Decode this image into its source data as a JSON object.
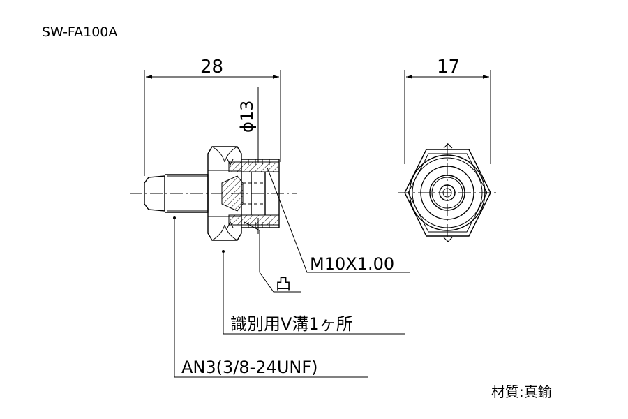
{
  "drawing": {
    "part_number": "SW-FA100A",
    "dim_length": "28",
    "dim_hex": "17",
    "dim_diameter": "ϕ13",
    "thread_callout": "M10X1.00",
    "groove_symbol": "凸",
    "note_groove": "識別用V溝1ヶ所",
    "flare_callout": "AN3(3/8-24UNF)",
    "material": "材質:真鍮"
  }
}
